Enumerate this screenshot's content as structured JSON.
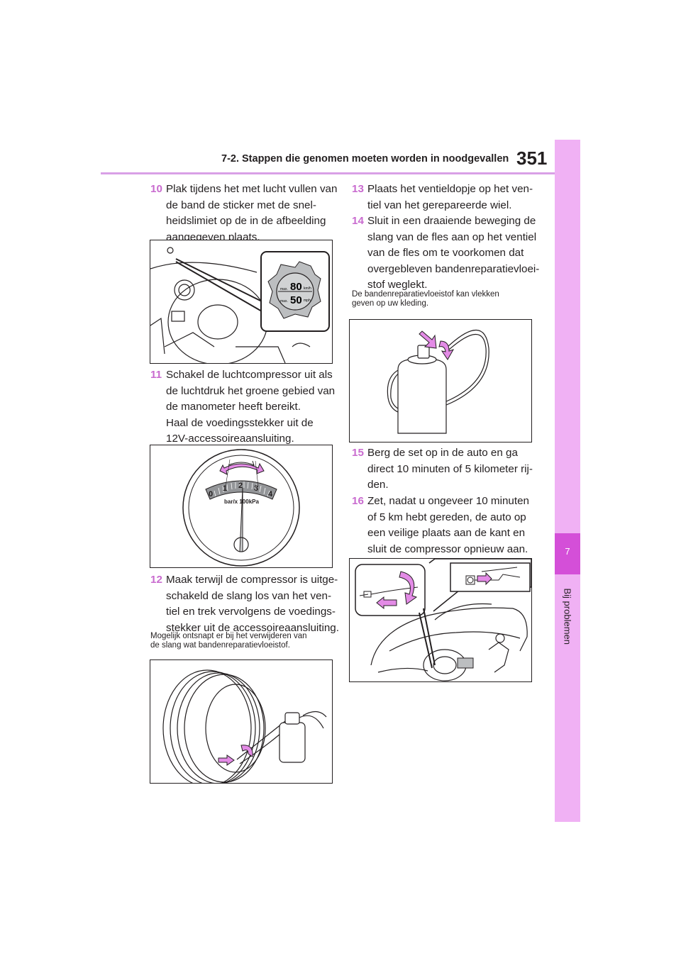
{
  "header": {
    "section_title": "7-2. Stappen die genomen moeten worden in noodgevallen",
    "page_number": "351"
  },
  "side_tab": {
    "chapter_number": "7",
    "chapter_label": "Bij problemen"
  },
  "steps": [
    {
      "number": "10",
      "text": "Plak tijdens het met lucht vullen van\nde band de sticker met de snel-\nheidslimiet op de in de afbeelding\naangegeven plaats."
    },
    {
      "number": "11",
      "text": "Schakel de luchtcompressor uit als\nde luchtdruk het groene gebied van\nde manometer heeft bereikt.\nHaal de voedingsstekker uit de\n12V-accessoireaansluiting."
    },
    {
      "number": "12",
      "text": "Maak terwijl de compressor is uitge-\nschakeld de slang los van het ven-\ntiel en trek vervolgens de voedings-\nstekker uit de accessoireaansluiting."
    },
    {
      "number": "13",
      "text": "Plaats het ventieldopje op het ven-\ntiel van het gerepareerde wiel."
    },
    {
      "number": "14",
      "text": "Sluit in een draaiende beweging de\nslang van de fles aan op het ventiel\nvan de fles om te voorkomen dat\novergebleven bandenreparatievloei-\nstof weglekt."
    },
    {
      "number": "15",
      "text": "Berg de set op in de auto en ga\ndirect 10 minuten of 5 kilometer rij-\nden."
    },
    {
      "number": "16",
      "text": "Zet, nadat u ongeveer 10 minuten\nof 5 km hebt gereden, de auto op\neen veilige plaats aan de kant en\nsluit de compressor opnieuw aan."
    }
  ],
  "notes": {
    "after_step_12": "Mogelijk ontsnapt er bij het verwijderen van\nde slang wat bandenreparatievloeistof.",
    "after_step_14": "De bandenreparatievloeistof kan vlekken\ngeven op uw kleding."
  },
  "sticker": {
    "max_label_1": "max.",
    "speed_kmh": "80",
    "unit_kmh": "km/h",
    "max_label_2": "max.",
    "speed_mph": "50",
    "unit_mph": "mph"
  },
  "gauge": {
    "scale_1": "0",
    "scale_2": "1",
    "scale_3": "2",
    "scale_4": "3",
    "scale_5": "4",
    "unit_label": "bar/x 100kPa"
  },
  "colors": {
    "accent": "#c96bcf",
    "tab": "#f0b1f4",
    "tab_dark": "#d44fd8",
    "arrow": "#e38be6",
    "rule": "#d9a0e6"
  }
}
